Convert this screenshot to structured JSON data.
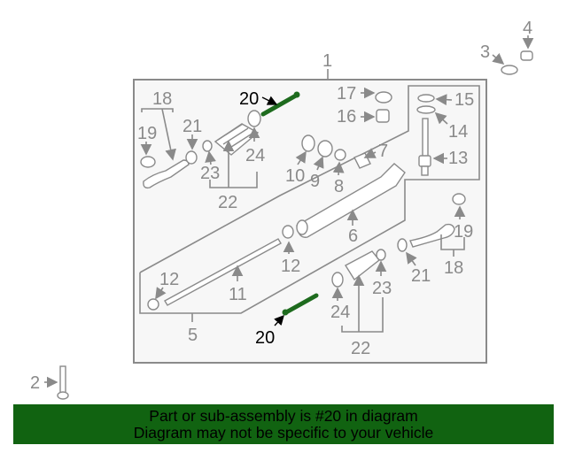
{
  "diagram": {
    "highlight_color": "#1e6b1e",
    "callouts": [
      "1",
      "2",
      "3",
      "4",
      "18",
      "19",
      "21",
      "20",
      "23",
      "22",
      "24",
      "17",
      "16",
      "15",
      "14",
      "13",
      "10",
      "9",
      "8",
      "7",
      "6",
      "12",
      "12",
      "11",
      "5",
      "20",
      "24",
      "22",
      "23",
      "21",
      "19",
      "18"
    ]
  },
  "banner": {
    "background": "#116311",
    "line1": "Part or sub-assembly is #20 in diagram",
    "line2": "Diagram may not be specific to your vehicle"
  }
}
